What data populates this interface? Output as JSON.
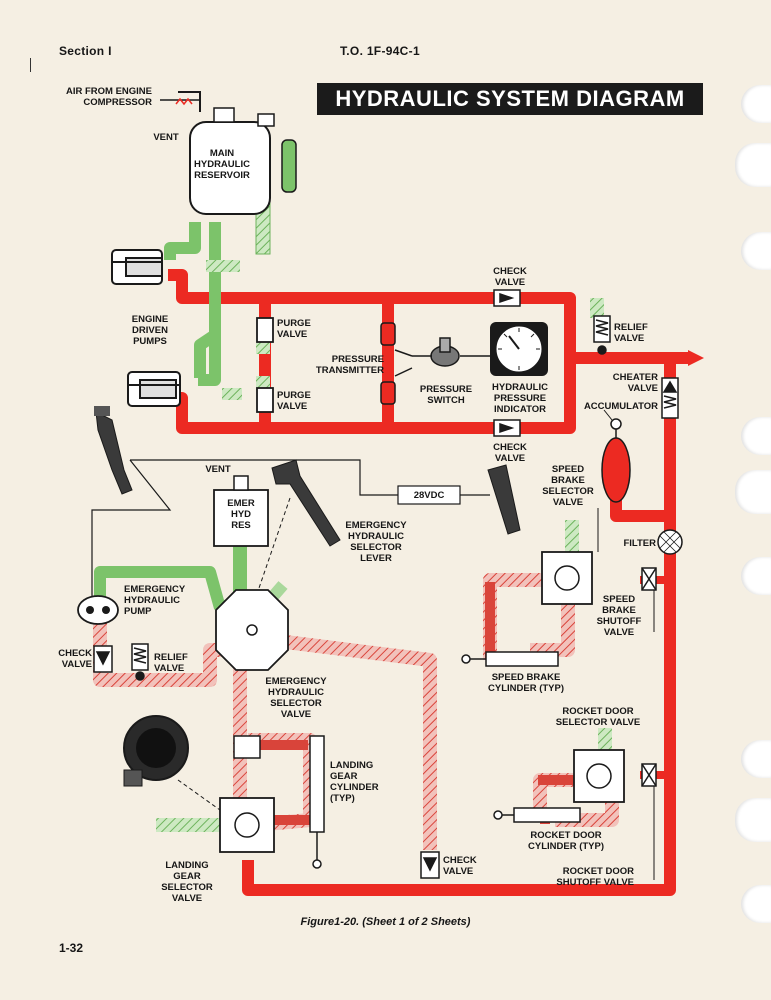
{
  "header": {
    "section": "Section I",
    "doc_code": "T.O. 1F-94C-1",
    "title": "HYDRAULIC SYSTEM DIAGRAM"
  },
  "labels": {
    "air_from_engine": "AIR FROM ENGINE\nCOMPRESSOR",
    "vent_top": "VENT",
    "main_reservoir": "MAIN\nHYDRAULIC\nRESERVOIR",
    "engine_pumps": "ENGINE\nDRIVEN\nPUMPS",
    "purge_valve_1": "PURGE\nVALVE",
    "purge_valve_2": "PURGE\nVALVE",
    "pressure_transmitter": "PRESSURE\nTRANSMITTER",
    "pressure_switch": "PRESSURE\nSWITCH",
    "pressure_indicator": "HYDRAULIC\nPRESSURE\nINDICATOR",
    "check_valve_top": "CHECK\nVALVE",
    "check_valve_mid": "CHECK\nVALVE",
    "relief_valve_top": "RELIEF\nVALVE",
    "cheater_valve": "CHEATER\nVALVE",
    "accumulator": "ACCUMULATOR",
    "vent_emer": "VENT",
    "emer_res": "EMER\nHYD\nRES",
    "power_28vdc": "28VDC",
    "emer_selector_lever": "EMERGENCY\nHYDRAULIC\nSELECTOR\nLEVER",
    "speed_brake_selector": "SPEED\nBRAKE\nSELECTOR\nVALVE",
    "filter": "FILTER",
    "emer_pump": "EMERGENCY\nHYDRAULIC\nPUMP",
    "speed_brake_shutoff": "SPEED\nBRAKE\nSHUTOFF\nVALVE",
    "check_valve_left": "CHECK\nVALVE",
    "relief_valve_left": "RELIEF\nVALVE",
    "emer_selector_valve": "EMERGENCY\nHYDRAULIC\nSELECTOR\nVALVE",
    "speed_brake_cylinder": "SPEED BRAKE\nCYLINDER (TYP)",
    "rocket_door_selector": "ROCKET DOOR\nSELECTOR VALVE",
    "landing_gear_cylinder": "LANDING\nGEAR\nCYLINDER\n(TYP)",
    "rocket_door_cylinder": "ROCKET DOOR\nCYLINDER (TYP)",
    "check_valve_bottom": "CHECK\nVALVE",
    "landing_gear_selector": "LANDING\nGEAR\nSELECTOR\nVALVE",
    "rocket_door_shutoff": "ROCKET DOOR\nSHUTOFF VALVE"
  },
  "caption": "Figure1-20. (Sheet 1 of 2 Sheets)",
  "page_number": "1-32",
  "colors": {
    "pressure": "#ec2a22",
    "return": "#7cc36a",
    "return_hatch": "#a9d89b",
    "emer_pressure": "#d9443a",
    "emer_hatch": "#e8857b",
    "outline": "#1a1a1a",
    "background": "#f5efe3"
  }
}
